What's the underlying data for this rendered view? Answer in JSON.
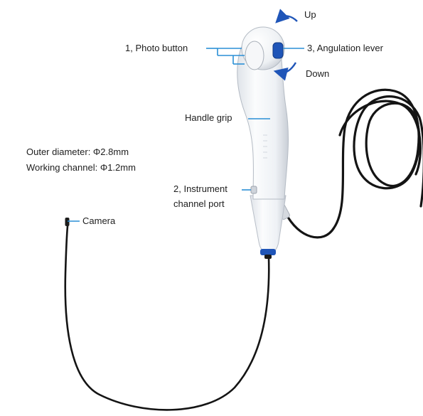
{
  "labels": {
    "photo_button": "1, Photo button",
    "angulation_lever": "3, Angulation lever",
    "up": "Up",
    "down": "Down",
    "handle_grip": "Handle grip",
    "outer_diameter": "Outer diameter:  Φ2.8mm",
    "working_channel": "Working channel: Φ1.2mm",
    "instrument_port_line1": "2, Instrument",
    "instrument_port_line2": "channel port",
    "camera": "Camera"
  },
  "colors": {
    "callout_line": "#2a8fd6",
    "accent_blue": "#1f55b8",
    "device_body": "#f2f4f7",
    "cable": "#141414",
    "text": "#1e1e1e"
  }
}
